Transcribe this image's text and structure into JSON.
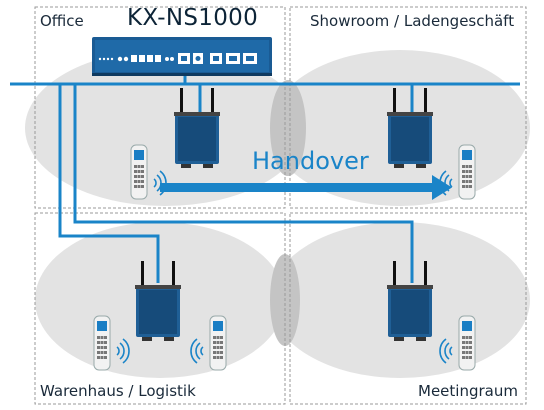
{
  "title": "KX-NS1000",
  "zones": {
    "office": "Office",
    "showroom": "Showroom / Ladengeschäft",
    "warehouse": "Warenhaus / Logistik",
    "meeting": "Meetingraum"
  },
  "handover_label": "Handover",
  "icons": {
    "pbx": "pbx-rack-unit-icon",
    "base_station": "dect-base-station-icon",
    "handset": "dect-handset-icon",
    "signal": "radio-waves-icon",
    "arrow": "handover-arrow-icon"
  },
  "colors": {
    "network_line": "#1a84c8",
    "coverage": "#e3e3e3",
    "zone_border": "#9a9a9a",
    "base_station": "#1f5f96",
    "pbx": "#1a5b94",
    "handover_text": "#1a84c8"
  }
}
